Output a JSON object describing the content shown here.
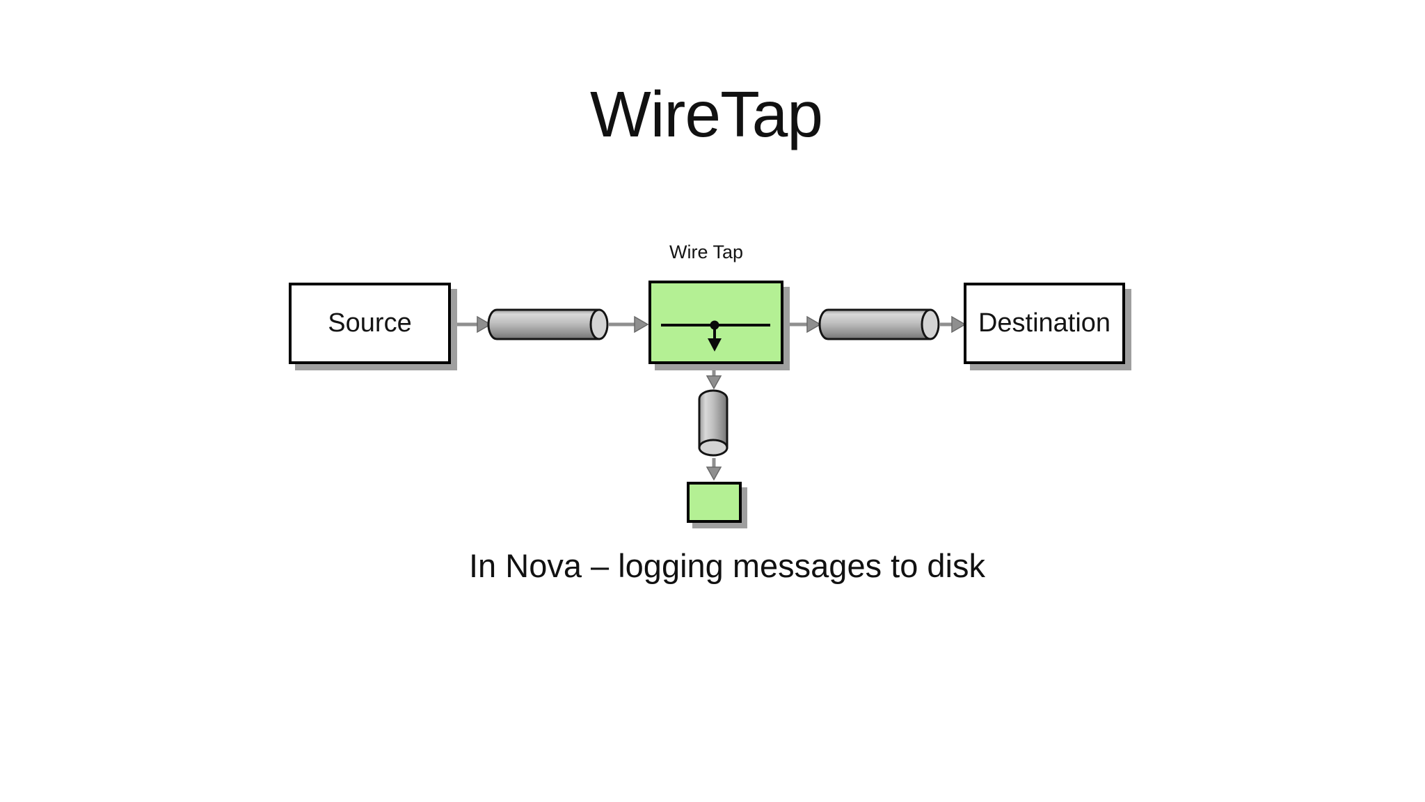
{
  "slide": {
    "title": "WireTap",
    "caption": "In Nova – logging messages to disk"
  },
  "diagram": {
    "nodes": {
      "source": {
        "label": "Source"
      },
      "wire_tap": {
        "label": "Wire Tap"
      },
      "destination": {
        "label": "Destination"
      }
    },
    "flow": [
      "source -> channel -> wire_tap",
      "wire_tap -> channel -> destination",
      "wire_tap -> channel -> tap_output"
    ],
    "colors": {
      "tap_green": "#b4f094",
      "pipe_gray_light": "#d9d9d9",
      "pipe_gray_mid": "#bfbfbf",
      "pipe_gray_dark": "#747474",
      "pipe_end_cap": "#d4d4d4",
      "arrow_gray": "#8f8f8f",
      "shadow_gray": "#9f9f9f",
      "outline_black": "#000000",
      "background": "#ffffff"
    }
  }
}
